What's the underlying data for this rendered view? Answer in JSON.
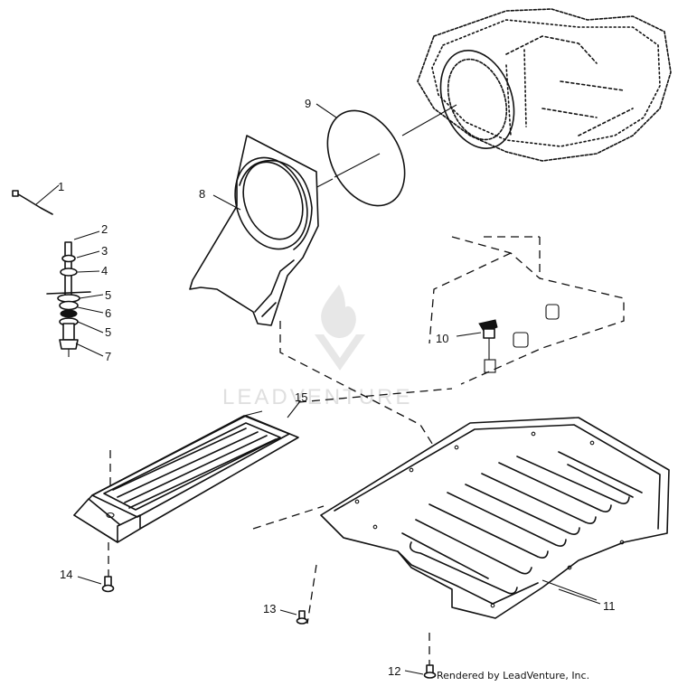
{
  "callouts": {
    "c1": "1",
    "c2": "2",
    "c3": "3",
    "c4": "4",
    "c5a": "5",
    "c6": "6",
    "c5b": "5",
    "c7": "7",
    "c8": "8",
    "c9": "9",
    "c10": "10",
    "c11": "11",
    "c12": "12",
    "c13": "13",
    "c14": "14",
    "c15": "15"
  },
  "watermark": {
    "text": "LEADVENTURE"
  },
  "credit": {
    "text": "Rendered by LeadVenture, Inc."
  }
}
